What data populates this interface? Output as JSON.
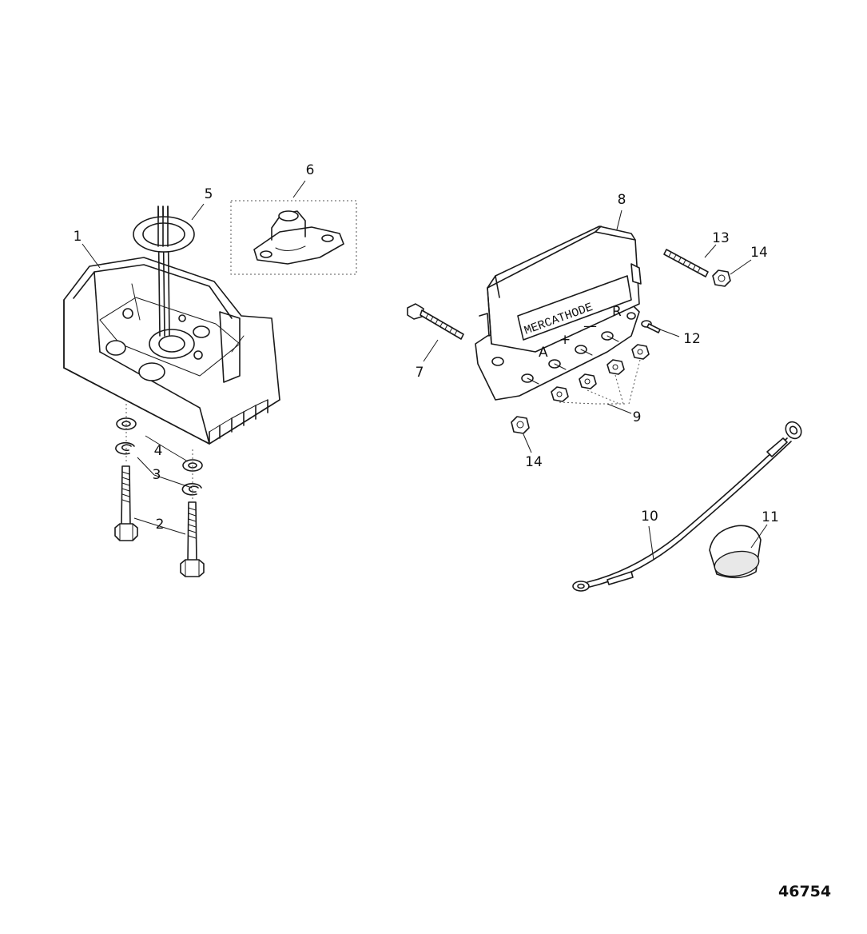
{
  "callouts": {
    "c1": "1",
    "c2": "2",
    "c3": "3",
    "c4": "4",
    "c5": "5",
    "c6": "6",
    "c7": "7",
    "c8": "8",
    "c9": "9",
    "c10": "10",
    "c11": "11",
    "c12": "12",
    "c13": "13",
    "c14a": "14",
    "c14b": "14"
  },
  "unit": {
    "label": "MERCATHODE",
    "terminal_a": "A",
    "terminal_plus": "+",
    "terminal_minus": "—",
    "terminal_r": "R"
  },
  "figure_number": "46754"
}
